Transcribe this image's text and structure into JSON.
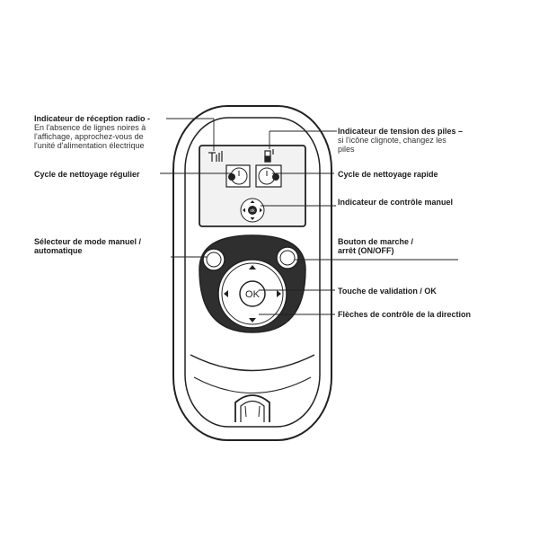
{
  "labels": {
    "radio": {
      "title": "Indicateur de réception radio -",
      "desc": [
        "En l'absence de lignes noires à",
        "l'affichage, approchez-vous de",
        "l'unité d'alimentation électrique"
      ]
    },
    "battery": {
      "title": "Indicateur de tension des piles –",
      "desc": [
        "si l'icône clignote, changez les",
        "piles"
      ]
    },
    "regular_cycle": {
      "title": "Cycle de nettoyage régulier"
    },
    "fast_cycle": {
      "title": "Cycle de nettoyage rapide"
    },
    "manual_indicator": {
      "title": "Indicateur de contrôle manuel"
    },
    "mode_selector": {
      "title": [
        "Sélecteur de mode manuel /",
        "automatique"
      ]
    },
    "power_button": {
      "title": [
        "Bouton de marche /",
        "arrêt (ON/OFF)"
      ]
    },
    "ok_key": {
      "title": "Touche de validation / OK"
    },
    "arrows": {
      "title": "Flèches de contrôle de la direction"
    }
  },
  "device": {
    "ok_label": "OK",
    "screen_ok_label": "ok"
  },
  "colors": {
    "line": "#222222",
    "device_fill": "#ffffff",
    "screen_fill": "#f2f2f2",
    "button_dark": "#2a2a2a",
    "button_mid": "#555555"
  }
}
